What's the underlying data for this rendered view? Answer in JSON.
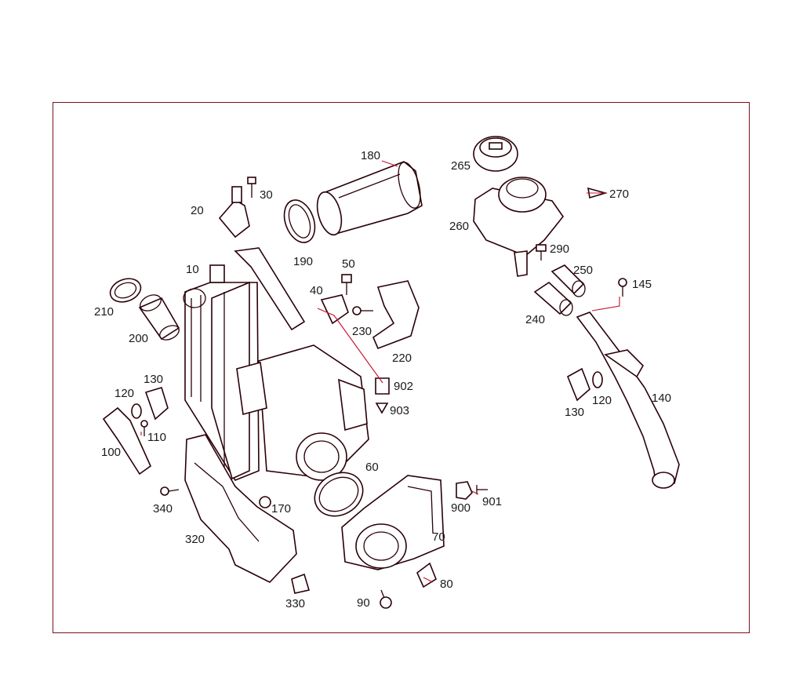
{
  "colors": {
    "frame": "#7a1020",
    "leader": "#c8102e",
    "line": "#2a0008",
    "text": "#1a1a1a"
  },
  "labels": {
    "l10": "10",
    "l20": "20",
    "l30": "30",
    "l40": "40",
    "l50": "50",
    "l60": "60",
    "l70": "70",
    "l80": "80",
    "l90": "90",
    "l100": "100",
    "l110": "110",
    "l120a": "120",
    "l120b": "120",
    "l130a": "130",
    "l130b": "130",
    "l140": "140",
    "l145": "145",
    "l170": "170",
    "l180": "180",
    "l190": "190",
    "l200": "200",
    "l210": "210",
    "l220": "220",
    "l230": "230",
    "l240": "240",
    "l250": "250",
    "l260": "260",
    "l265": "265",
    "l270": "270",
    "l290": "290",
    "l320": "320",
    "l330": "330",
    "l340": "340",
    "l900": "900",
    "l901": "901",
    "l902": "902",
    "l903": "903"
  }
}
